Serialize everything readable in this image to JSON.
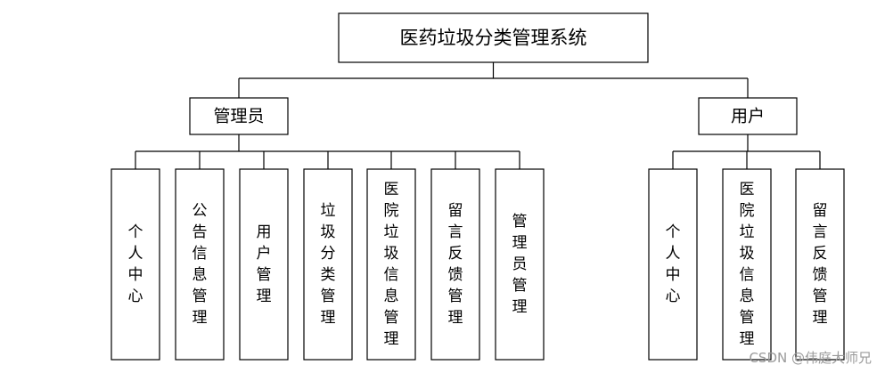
{
  "root": {
    "label": "医药垃圾分类管理系统"
  },
  "branches": [
    {
      "id": "admin",
      "label": "管理员",
      "children": [
        "个人中心",
        "公告信息管理",
        "用户管理",
        "垃圾分类管理",
        "医院垃圾信息管理",
        "留言反馈管理",
        "管理员管理"
      ]
    },
    {
      "id": "user",
      "label": "用户",
      "children": [
        "个人中心",
        "医院垃圾信息管理",
        "留言反馈管理"
      ]
    }
  ],
  "watermark": "CSDN @伟庭大师兄",
  "colors": {
    "line": "#000000",
    "box_fill": "#ffffff",
    "text": "#000000",
    "watermark": "#9a9a9a"
  }
}
